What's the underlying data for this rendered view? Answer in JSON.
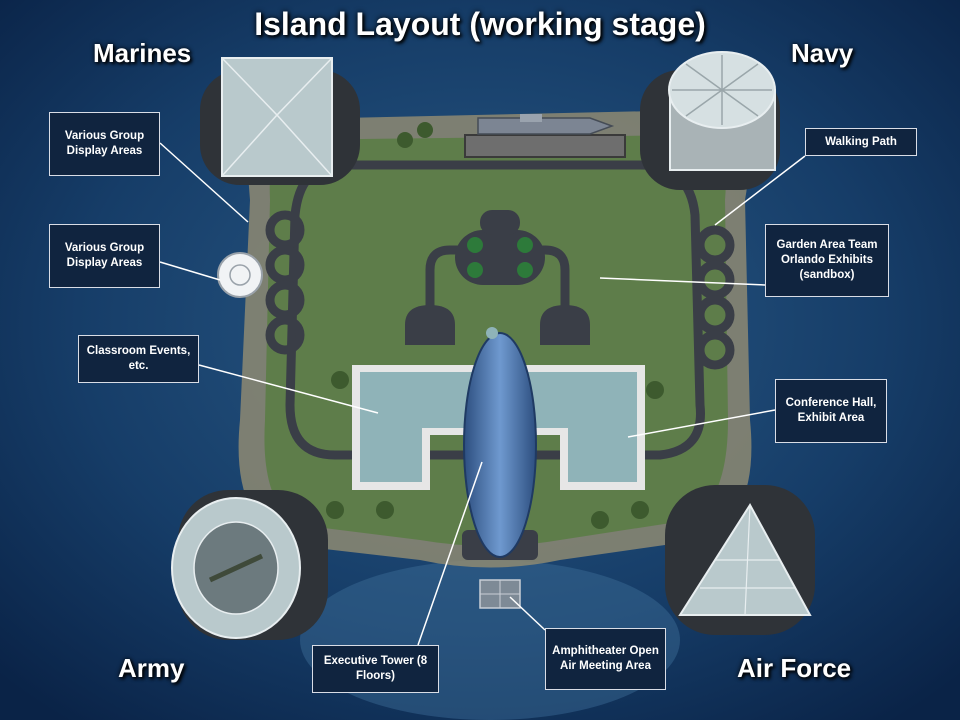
{
  "title": "Island Layout (working stage)",
  "corners": {
    "marines": "Marines",
    "navy": "Navy",
    "army": "Army",
    "air_force": "Air Force"
  },
  "callouts": {
    "group_display_1": "Various Group Display Areas",
    "group_display_2": "Various Group Display Areas",
    "classroom": "Classroom Events, etc.",
    "walking_path": "Walking Path",
    "garden_area": "Garden Area Team Orlando Exhibits (sandbox)",
    "conference_hall": "Conference Hall, Exhibit Area",
    "executive_tower": "Executive Tower (8 Floors)",
    "amphitheater": "Amphitheater Open Air Meeting Area"
  },
  "colors": {
    "ocean": "#0d2a52",
    "grass": "#5e7d4a",
    "path": "#3a3e47",
    "building_roof": "#8fb3b8",
    "tower": "#4d78b0",
    "callout_bg": "#10243f",
    "callout_border": "#d9dde6"
  }
}
